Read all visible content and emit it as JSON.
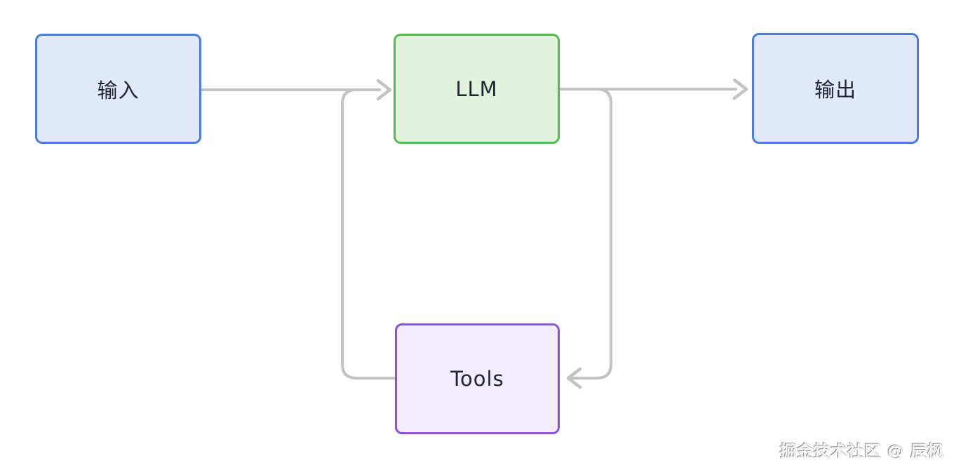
{
  "diagram": {
    "nodes": {
      "input": {
        "label": "输入",
        "shape": "rounded-rect"
      },
      "llm": {
        "label": "LLM",
        "shape": "rounded-rect"
      },
      "output": {
        "label": "输出",
        "shape": "rounded-rect"
      },
      "tools": {
        "label": "Tools",
        "shape": "rounded-rect"
      }
    },
    "edges": [
      {
        "from": "input",
        "to": "llm"
      },
      {
        "from": "llm",
        "to": "output"
      },
      {
        "from": "llm",
        "to": "tools"
      },
      {
        "from": "tools",
        "to": "llm"
      }
    ],
    "colors": {
      "blue_border": "#4a7ce2",
      "blue_fill": "#e1e9fb",
      "green_border": "#55ba50",
      "green_fill": "#e1f3dc",
      "purple_border": "#8c52d9",
      "purple_fill": "#f3ecfc",
      "edge_stroke": "#c3c3c3",
      "label_text": "#222530",
      "background": "#ffffff"
    }
  },
  "watermark": {
    "text": "掘金技术社区 @ 辰枫"
  }
}
